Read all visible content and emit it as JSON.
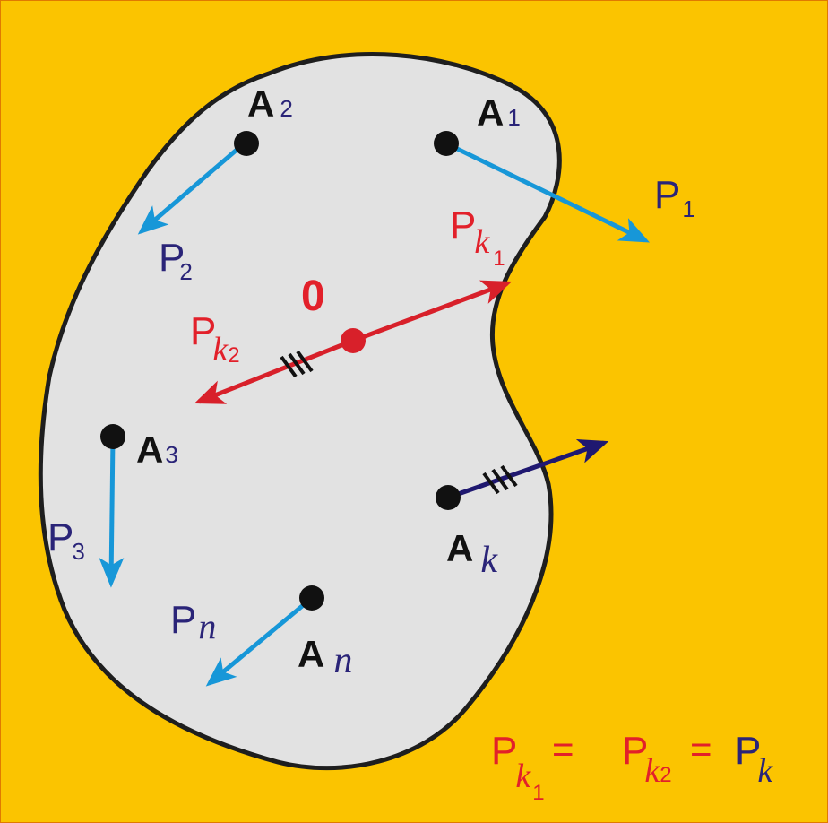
{
  "colors": {
    "background": "#FBC400",
    "body_fill": "#E2E2E2",
    "outline": "#1E1E1E",
    "point": "#111111",
    "force_blue": "#1797D8",
    "force_red": "#D8202A",
    "force_navy": "#1F1870",
    "label_navy": "#2A2478",
    "label_red": "#E2202A"
  },
  "points": {
    "a1": {
      "letter": "A",
      "sub": "1"
    },
    "a2": {
      "letter": "A",
      "sub": "2"
    },
    "a3": {
      "letter": "A",
      "sub": "3"
    },
    "ak": {
      "letter": "A",
      "sub": "k"
    },
    "an": {
      "letter": "A",
      "sub": "n"
    },
    "o": {
      "letter": "0"
    }
  },
  "forces": {
    "p1": {
      "letter": "P",
      "sub": "1"
    },
    "p2": {
      "letter": "P",
      "sub": "2"
    },
    "p3": {
      "letter": "P",
      "sub": "3"
    },
    "pn": {
      "letter": "P",
      "sub": "n"
    },
    "pk1": {
      "letter": "P",
      "sub": "k",
      "subsub": "1"
    },
    "pk2": {
      "letter": "P",
      "sub": "k",
      "subsub": "2"
    }
  },
  "equation": {
    "t1_letter": "P",
    "t1_sub": "k",
    "t1_subsub": "1",
    "eq1": "=",
    "t2_letter": "P",
    "t2_sub": "k",
    "t2_subsub": "2",
    "eq2": "=",
    "t3_letter": "P",
    "t3_sub": "k"
  }
}
